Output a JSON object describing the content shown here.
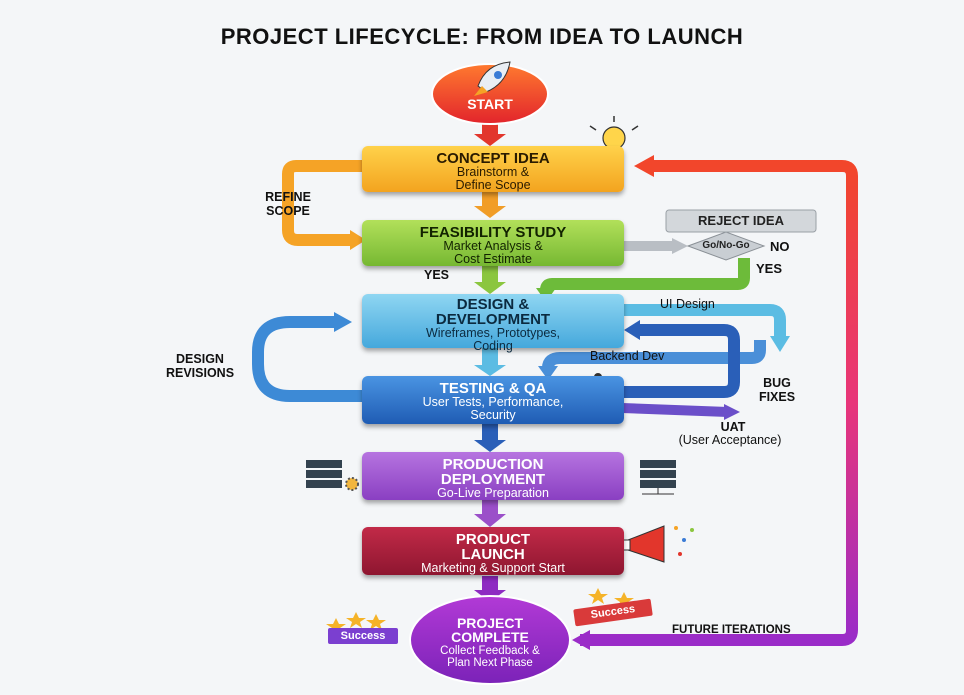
{
  "title": "PROJECT LIFECYCLE: FROM IDEA TO LAUNCH",
  "start": "START",
  "concept": {
    "title": "CONCEPT IDEA",
    "sub1": "Brainstorm &",
    "sub2": "Define Scope"
  },
  "feasibility": {
    "title": "FEASIBILITY STUDY",
    "sub1": "Market Analysis &",
    "sub2": "Cost Estimate"
  },
  "design": {
    "title1": "DESIGN &",
    "title2": "DEVELOPMENT",
    "sub1": "Wireframes, Prototypes,",
    "sub2": "Coding"
  },
  "testing": {
    "title": "TESTING & QA",
    "sub1": "User Tests, Performance,",
    "sub2": "Security"
  },
  "production": {
    "title1": "PRODUCTION",
    "title2": "DEPLOYMENT",
    "sub": "Go-Live Preparation"
  },
  "launch": {
    "title1": "PRODUCT",
    "title2": "LAUNCH",
    "sub": "Marketing & Support Start"
  },
  "complete": {
    "title1": "PROJECT",
    "title2": "COMPLETE",
    "sub1": "Collect Feedback &",
    "sub2": "Plan Next Phase"
  },
  "decision": "Go/No-Go",
  "reject": "REJECT IDEA",
  "labels": {
    "refine1": "REFINE",
    "refine2": "SCOPE",
    "yes_left": "YES",
    "no": "NO",
    "yes_right": "YES",
    "ui_design": "UI Design",
    "backend_dev": "Backend Dev",
    "design_rev1": "DESIGN",
    "design_rev2": "REVISIONS",
    "bug1": "BUG",
    "bug2": "FIXES",
    "uat1": "UAT",
    "uat2": "(User Acceptance)",
    "future": "FUTURE ITERATIONS",
    "success": "Success"
  },
  "icons": [
    "rocket-icon",
    "lightbulb-icon",
    "gears-icon",
    "chart-magnifier-icon",
    "monitor-icon",
    "blueprint-icon",
    "checkmark-icon",
    "bug-icon",
    "server-icon",
    "megaphone-icon",
    "stars-icon",
    "banner-icon"
  ],
  "colors": {
    "start": "#e8382a",
    "concept": "#f5b328",
    "feasibility": "#8bc63f",
    "design": "#4fb3de",
    "testing": "#2a72c6",
    "production": "#9b4fc9",
    "launch": "#a81f3a",
    "complete": "#8e2bc2",
    "reject": "#c9ced3"
  }
}
